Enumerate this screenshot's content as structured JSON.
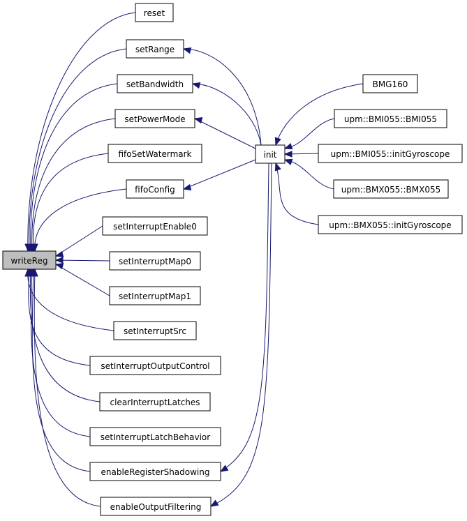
{
  "graph": {
    "nodes": {
      "writeReg": "writeReg",
      "reset": "reset",
      "setRange": "setRange",
      "setBandwidth": "setBandwidth",
      "setPowerMode": "setPowerMode",
      "fifoSetWatermark": "fifoSetWatermark",
      "fifoConfig": "fifoConfig",
      "setInterruptEnable0": "setInterruptEnable0",
      "setInterruptMap0": "setInterruptMap0",
      "setInterruptMap1": "setInterruptMap1",
      "setInterruptSrc": "setInterruptSrc",
      "setInterruptOutputControl": "setInterruptOutputControl",
      "clearInterruptLatches": "clearInterruptLatches",
      "setInterruptLatchBehavior": "setInterruptLatchBehavior",
      "enableRegisterShadowing": "enableRegisterShadowing",
      "enableOutputFiltering": "enableOutputFiltering",
      "init": "init",
      "BMG160": "BMG160",
      "BMI055ctor": "upm::BMI055::BMI055",
      "BMI055initGyro": "upm::BMI055::initGyroscope",
      "BMX055ctor": "upm::BMX055::BMX055",
      "BMX055initGyro": "upm::BMX055::initGyroscope"
    },
    "highlighted_node": "writeReg",
    "edges": [
      [
        "reset",
        "writeReg"
      ],
      [
        "setRange",
        "writeReg"
      ],
      [
        "setBandwidth",
        "writeReg"
      ],
      [
        "setPowerMode",
        "writeReg"
      ],
      [
        "fifoSetWatermark",
        "writeReg"
      ],
      [
        "fifoConfig",
        "writeReg"
      ],
      [
        "setInterruptEnable0",
        "writeReg"
      ],
      [
        "setInterruptMap0",
        "writeReg"
      ],
      [
        "setInterruptMap1",
        "writeReg"
      ],
      [
        "setInterruptSrc",
        "writeReg"
      ],
      [
        "setInterruptOutputControl",
        "writeReg"
      ],
      [
        "clearInterruptLatches",
        "writeReg"
      ],
      [
        "setInterruptLatchBehavior",
        "writeReg"
      ],
      [
        "enableRegisterShadowing",
        "writeReg"
      ],
      [
        "enableOutputFiltering",
        "writeReg"
      ],
      [
        "init",
        "setRange"
      ],
      [
        "init",
        "setBandwidth"
      ],
      [
        "init",
        "setPowerMode"
      ],
      [
        "init",
        "fifoConfig"
      ],
      [
        "init",
        "enableRegisterShadowing"
      ],
      [
        "init",
        "enableOutputFiltering"
      ],
      [
        "BMG160",
        "init"
      ],
      [
        "BMI055ctor",
        "init"
      ],
      [
        "BMI055initGyro",
        "init"
      ],
      [
        "BMX055ctor",
        "init"
      ],
      [
        "BMX055initGyro",
        "init"
      ]
    ],
    "colors": {
      "edge": "#191970",
      "node_border": "#000000",
      "node_fill": "#ffffff",
      "highlight_fill": "#bfbfbf",
      "text": "#000000"
    }
  }
}
